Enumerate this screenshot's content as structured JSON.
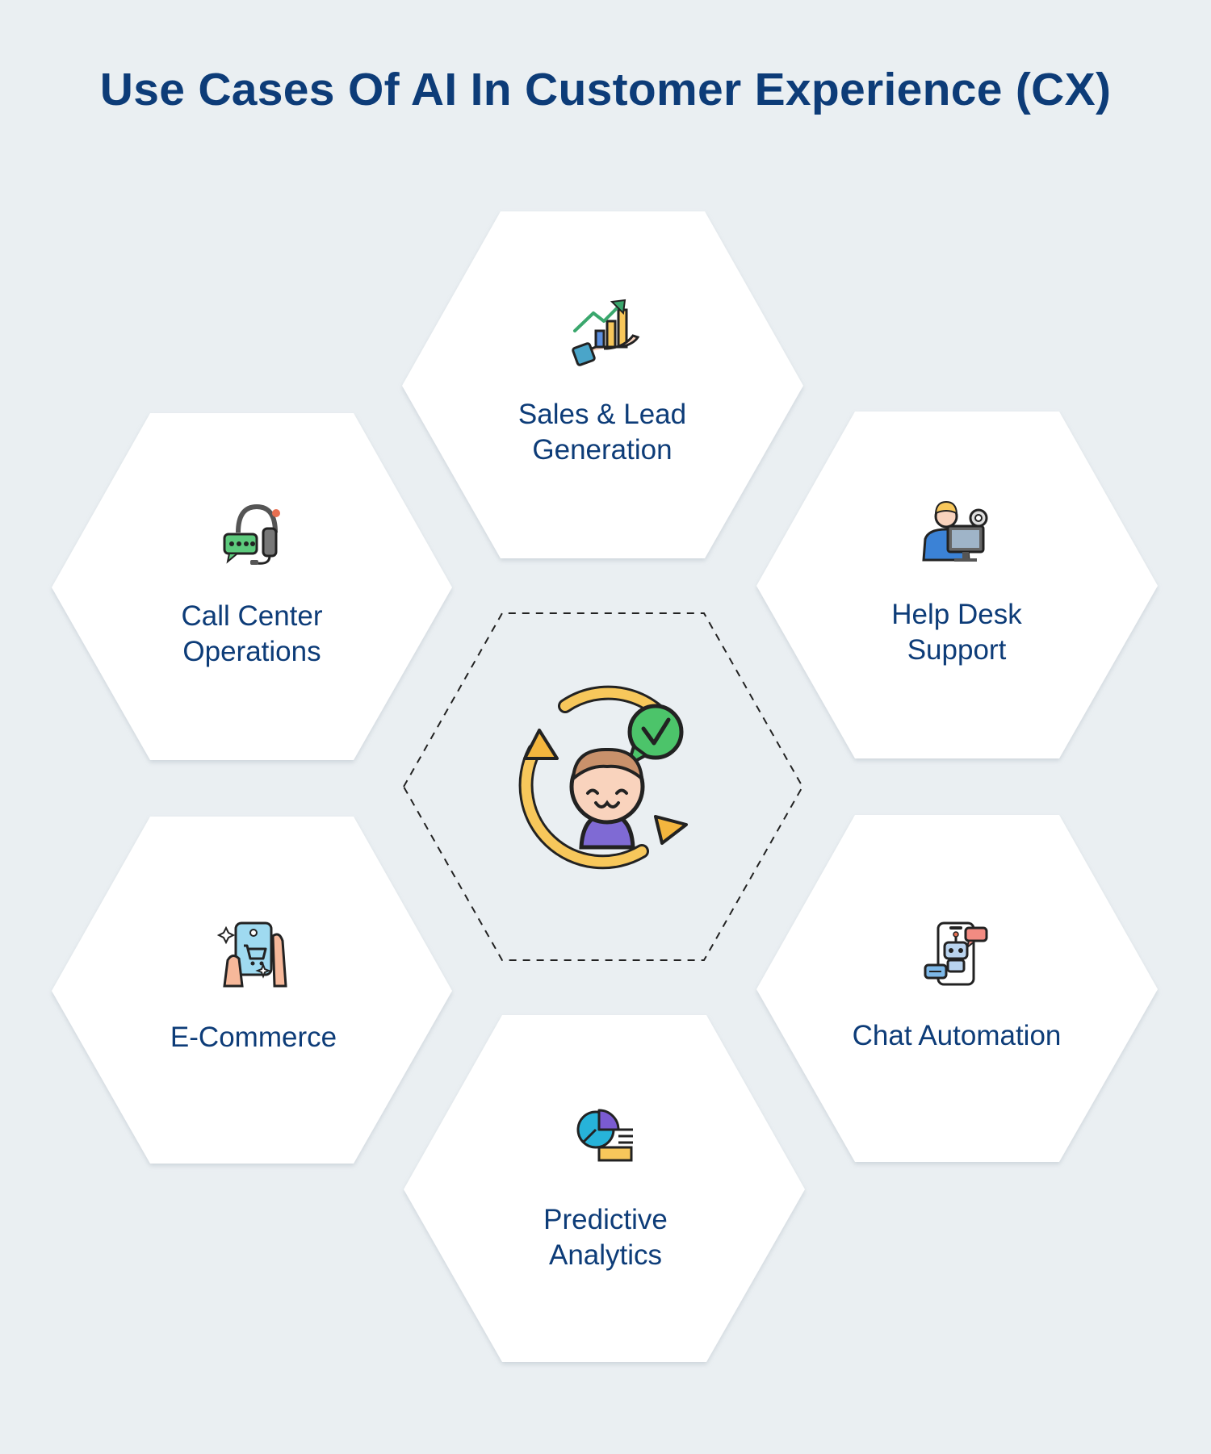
{
  "title": "Use Cases Of AI In Customer Experience (CX)",
  "colors": {
    "background": "#eaeff2",
    "title": "#0d3c78",
    "hex_fill": "#ffffff",
    "label": "#0d3c78",
    "dashed_outline": "#222222"
  },
  "center": {
    "icon": "customer-satisfaction-cycle-icon"
  },
  "use_cases": [
    {
      "id": "sales",
      "lines": [
        "Sales & Lead",
        "Generation"
      ],
      "icon": "growth-chart-hand-icon"
    },
    {
      "id": "call-center",
      "lines": [
        "Call Center",
        "Operations"
      ],
      "icon": "headset-chat-icon"
    },
    {
      "id": "help-desk",
      "lines": [
        "Help Desk",
        "Support"
      ],
      "icon": "support-agent-computer-icon"
    },
    {
      "id": "ecommerce",
      "lines": [
        "E-Commerce"
      ],
      "icon": "mobile-shopping-cart-icon"
    },
    {
      "id": "chat-automation",
      "lines": [
        "Chat Automation"
      ],
      "icon": "chatbot-phone-icon"
    },
    {
      "id": "predictive",
      "lines": [
        "Predictive",
        "Analytics"
      ],
      "icon": "pie-chart-report-icon"
    }
  ]
}
